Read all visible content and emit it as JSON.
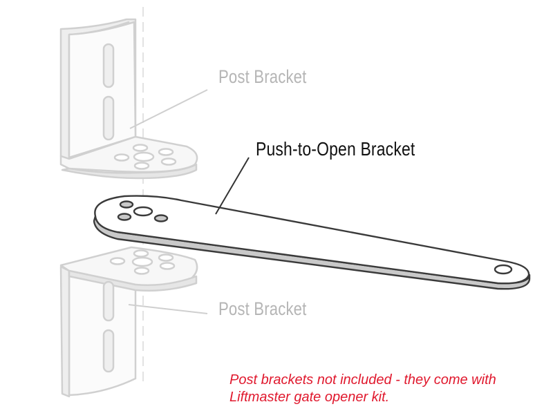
{
  "labels": {
    "post_bracket_top": "Post Bracket",
    "push_to_open_bracket": "Push-to-Open Bracket",
    "post_bracket_bottom": "Post Bracket"
  },
  "note": {
    "line1": "Post brackets not included - they come with",
    "line2": "Liftmaster gate opener kit."
  },
  "colors": {
    "ghost_stroke": "#d2d2d2",
    "ghost_fill": "#f2f2f2",
    "bracket_stroke": "#3a3a3a",
    "bracket_edge": "#c8c8c8",
    "note": "#e0182d"
  }
}
